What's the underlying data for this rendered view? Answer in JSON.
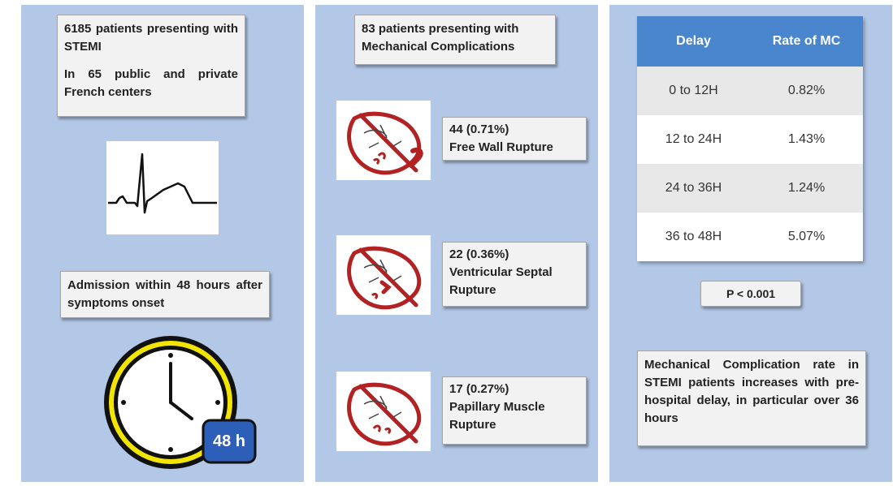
{
  "colors": {
    "panel_bg": "#b3c7e6",
    "box_bg": "#f2f2f2",
    "table_header": "#4a86cd",
    "heart_red": "#b22222",
    "clock_ring": "#f2e600",
    "clock_badge": "#2e5fb8"
  },
  "left": {
    "patients_line1": "6185 patients presenting with STEMI",
    "patients_line2": "In 65 public and private French centers",
    "ecg_icon": "ecg-waveform",
    "admission_text": "Admission within 48 hours after symptoms onset",
    "clock_icon": "clock",
    "clock_badge": "48 h"
  },
  "middle": {
    "header": "83 patients presenting with Mechanical Complications",
    "complications": [
      {
        "count": "44 (0.71%)",
        "name": "Free Wall Rupture",
        "icon": "heart-free-wall-rupture"
      },
      {
        "count": "22 (0.36%)",
        "name": "Ventricular Septal Rupture",
        "icon": "heart-ventricular-septal-rupture"
      },
      {
        "count": "17 (0.27%)",
        "name": "Papillary Muscle Rupture",
        "icon": "heart-papillary-muscle-rupture"
      }
    ]
  },
  "right": {
    "table": {
      "headers": [
        "Delay",
        "Rate of MC"
      ],
      "rows": [
        [
          "0 to 12H",
          "0.82%"
        ],
        [
          "12 to 24H",
          "1.43%"
        ],
        [
          "24 to 36H",
          "1.24%"
        ],
        [
          "36 to 48H",
          "5.07%"
        ]
      ]
    },
    "p_value": "P < 0.001",
    "conclusion": "Mechanical Complication rate in STEMI patients increases with pre-hospital delay, in particular over 36 hours"
  }
}
